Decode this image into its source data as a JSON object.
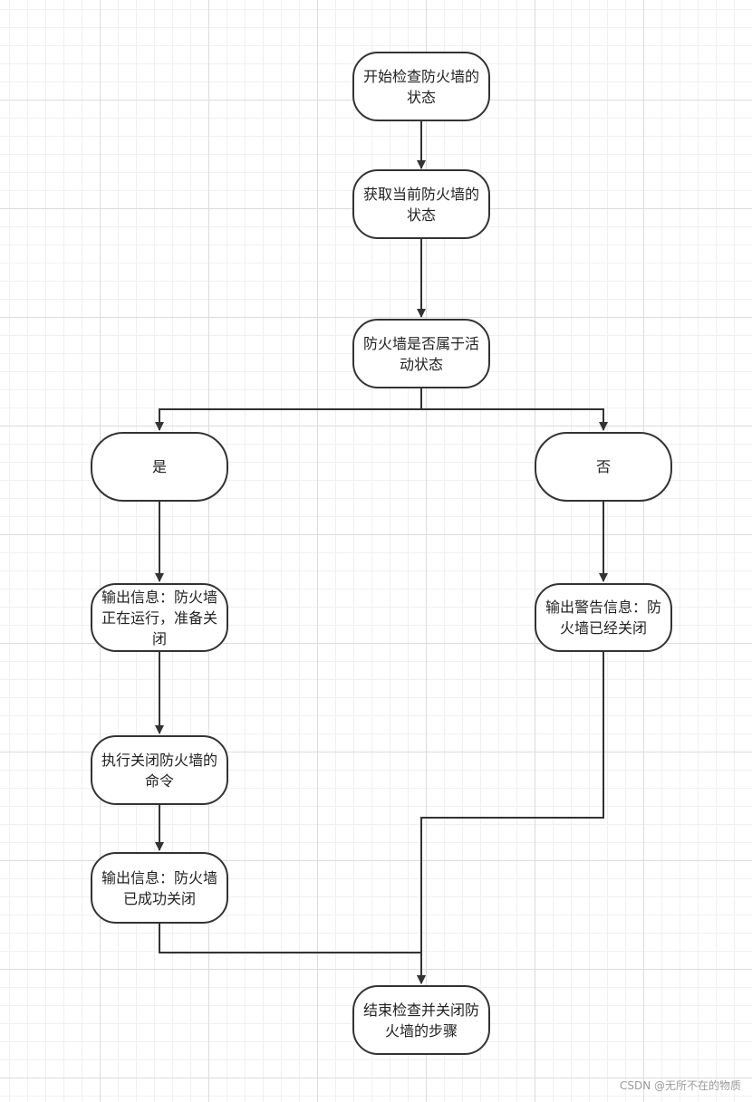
{
  "flowchart": {
    "nodes": {
      "start": "开始检查防火墙的状态",
      "get_state": "获取当前防火墙的状态",
      "decision": "防火墙是否属于活动状态",
      "yes": "是",
      "no": "否",
      "output_running": "输出信息：防火墙正在运行，准备关闭",
      "output_closed_warning": "输出警告信息：防火墙已经关闭",
      "exec_close": "执行关闭防火墙的命令",
      "output_success": "输出信息：防火墙已成功关闭",
      "end": "结束检查并关闭防火墙的步骤"
    },
    "colors": {
      "stroke": "#333333",
      "grid": "#dcdcdc",
      "text": "#222222"
    }
  },
  "watermark": "CSDN @无所不在的物质"
}
